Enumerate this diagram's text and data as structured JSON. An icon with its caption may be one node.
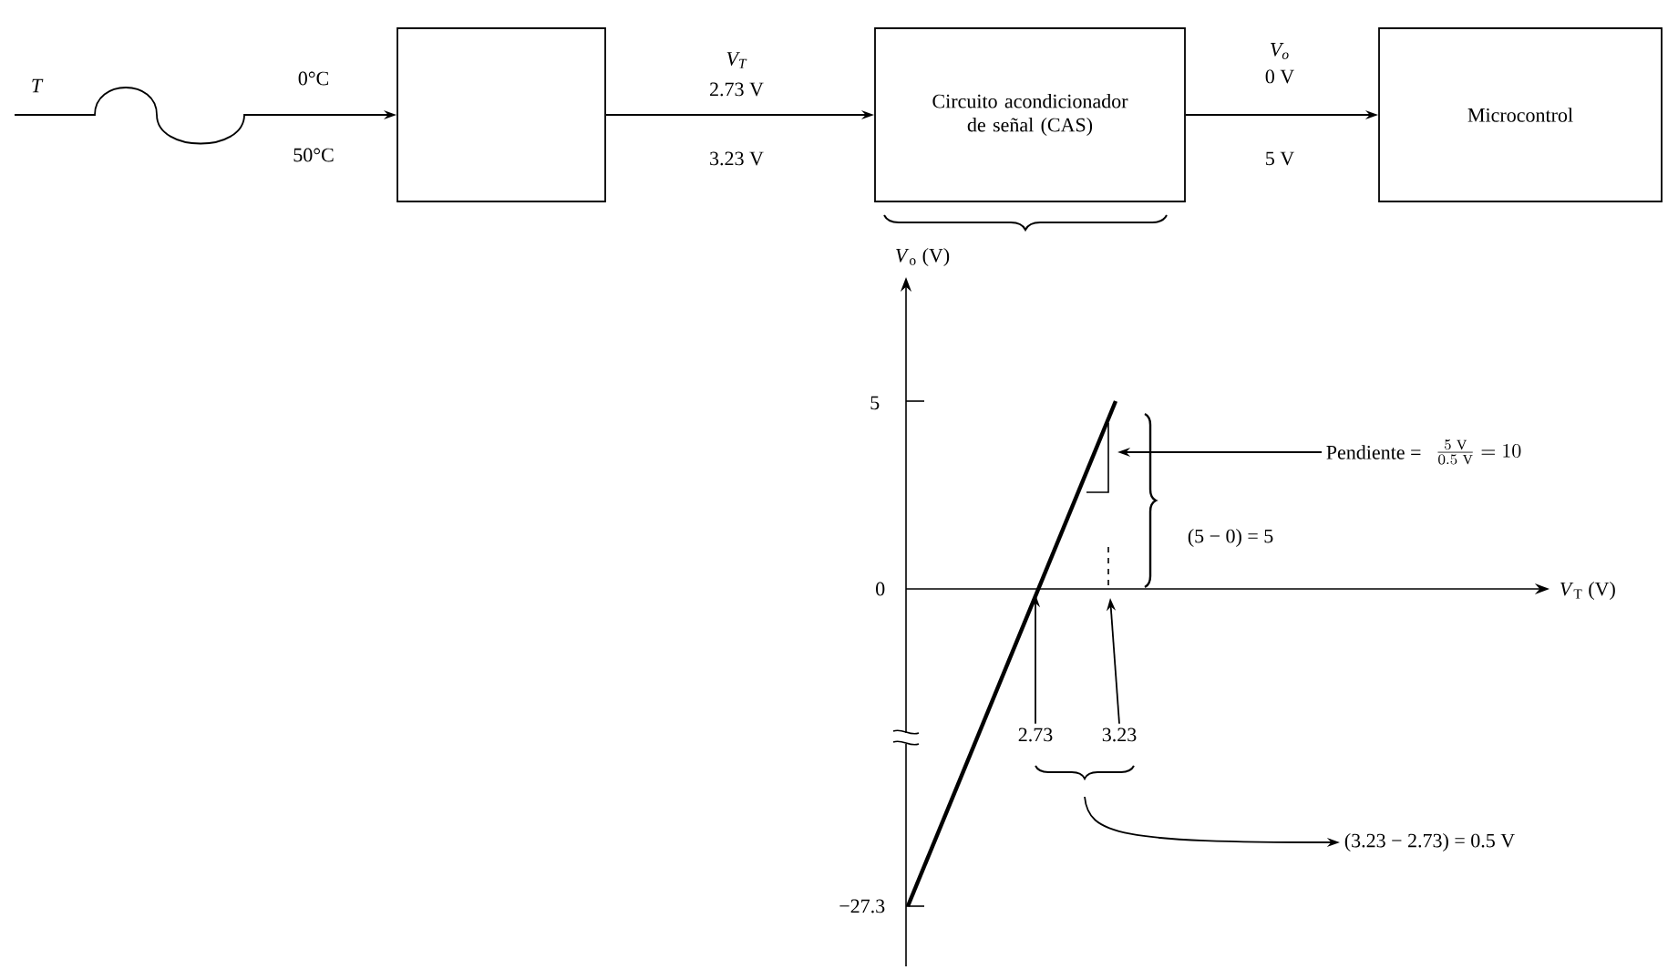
{
  "diagram": {
    "nodes": [
      {
        "text": [],
        "shape": "box"
      },
      {
        "text": [
          "Circuito acondicionador de señal (CAS)"
        ]
      },
      {
        "text": [
          "Microcontrol"
        ]
      },
      {
        "text": [
          "Pendiente ="
        ]
      },
      {
        "text": [
          "2.73"
        ]
      },
      {
        "text": [
          "3.23"
        ]
      },
      {
        "text": [
          "(3.23 − 2.73) = 0.5 V"
        ]
      }
    ],
    "edges": [
      {
        "from": null,
        "to": 0,
        "arrow": "to"
      },
      {
        "from": 0,
        "to": 1,
        "arrow": "to"
      },
      {
        "from": 1,
        "to": 2,
        "arrow": "to"
      },
      {
        "from": 3,
        "to": null,
        "arrow": "to"
      },
      {
        "from": 4,
        "to": null,
        "arrow": "to"
      },
      {
        "from": 5,
        "to": null,
        "arrow": "to"
      },
      {
        "from": null,
        "to": 6,
        "arrow": "to"
      }
    ],
    "labels": [
      "T",
      "0°C",
      "50°C",
      "V$_{T}$",
      "2.73 V",
      "3.23 V",
      "V$_{o}$",
      "0 V",
      "5 V",
      "*V*$_{o}$ (V)",
      "5",
      "0",
      "−27.3",
      "*V*$_{T}$ (V)",
      "(5 − 0) = 5",
      "\\frac{5\\ \\mathrm{V}}{0.5\\ \\mathrm{V}} = 10"
    ]
  }
}
